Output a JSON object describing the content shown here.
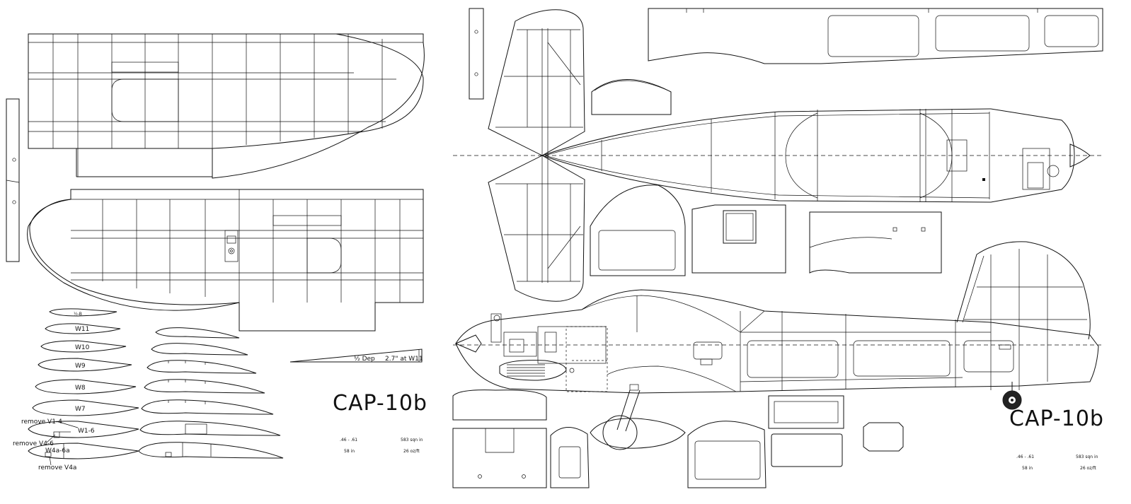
{
  "title_left": "CAP-10b",
  "title_right": "CAP-10b",
  "specs_left": {
    "engine": ".46 - .61",
    "area": "583 sqn in",
    "span": "58 in",
    "loading": "26 oz/ft"
  },
  "specs_right": {
    "engine": ".46 - .61",
    "area": "583 sqn in",
    "span": "58 in",
    "loading": "26 oz/ft"
  },
  "dihedral_label": "½ Dep",
  "dihedral_value": "2.7\" at W11",
  "ribs": {
    "r0": "½-B",
    "r1": "W11",
    "r2": "W10",
    "r3": "W9",
    "r4": "W8",
    "r5": "W7",
    "r6": "W1-6",
    "r7": "W4a-6a"
  },
  "notes": {
    "n1": "remove V1-4",
    "n2": "remove V4-6",
    "n3": "remove V4a"
  }
}
